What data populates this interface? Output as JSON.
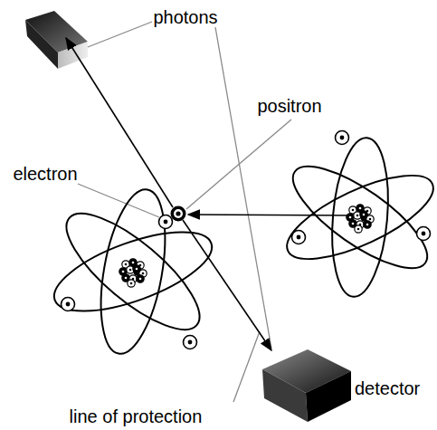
{
  "diagram": {
    "labels": [
      "photons",
      "positron",
      "electron",
      "line of protection",
      "detector"
    ]
  }
}
